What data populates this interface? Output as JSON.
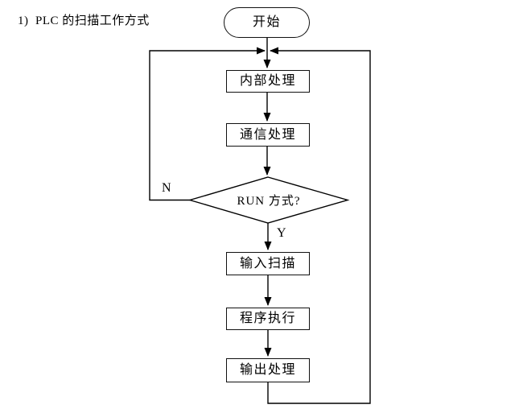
{
  "page": {
    "heading": "1)  PLC 的扫描工作方式"
  },
  "flowchart": {
    "start_label": "开始",
    "steps": [
      {
        "id": "internal",
        "label": "内部处理"
      },
      {
        "id": "comm",
        "label": "通信处理"
      },
      {
        "id": "input",
        "label": "输入扫描"
      },
      {
        "id": "program",
        "label": "程序执行"
      },
      {
        "id": "output",
        "label": "输出处理"
      }
    ],
    "decision": {
      "label": "RUN 方式?",
      "no_label": "N",
      "yes_label": "Y"
    },
    "colors": {
      "line": "#000000",
      "node_fill": "#ffffff",
      "text": "#000000"
    }
  }
}
